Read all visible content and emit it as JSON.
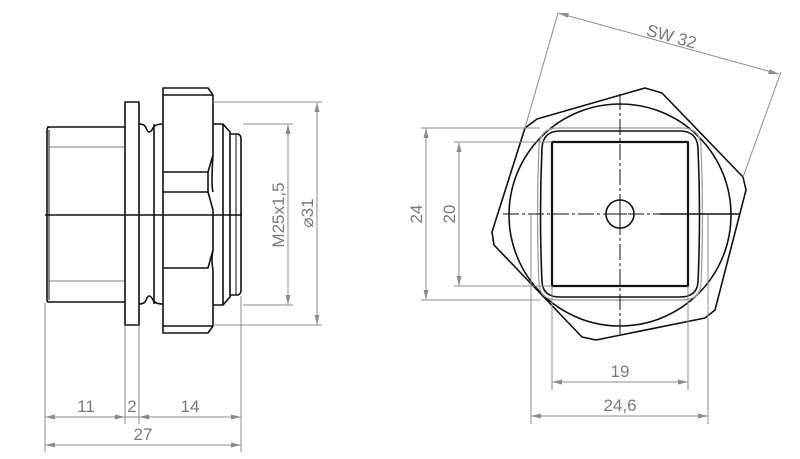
{
  "drawing": {
    "side_view": {
      "dimensions": {
        "thread": "M25x1,5",
        "diameter": "⌀31",
        "length_body": "11",
        "length_flange": "2",
        "length_thread": "14",
        "total_length": "27"
      }
    },
    "front_view": {
      "dimensions": {
        "wrench_size": "SW 32",
        "outer_height": "24",
        "inner_height": "20",
        "inner_width": "19",
        "outer_width": "24,6"
      }
    }
  },
  "colors": {
    "object_line": "#111111",
    "dimension_line": "#8c8c8c",
    "dimension_text": "#7a7a7a",
    "background": "#ffffff"
  }
}
